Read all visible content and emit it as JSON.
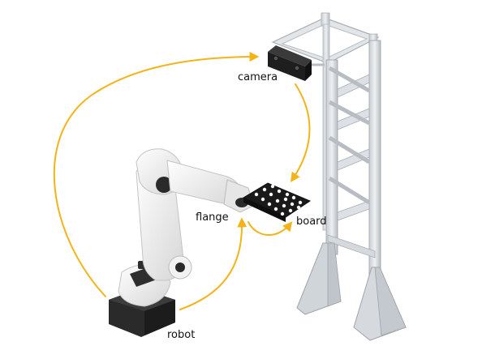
{
  "labels": {
    "camera": "camera",
    "flange": "flange",
    "board": "board",
    "robot": "robot"
  },
  "colors": {
    "arrow": "#F2B418",
    "frame": "#D9DDE1",
    "frame_edge": "#AEB4BA",
    "robot_body": "#EEEEEE",
    "robot_dark": "#2A2A2A",
    "camera": "#1E1E1E",
    "board": "#1A1A1A"
  }
}
